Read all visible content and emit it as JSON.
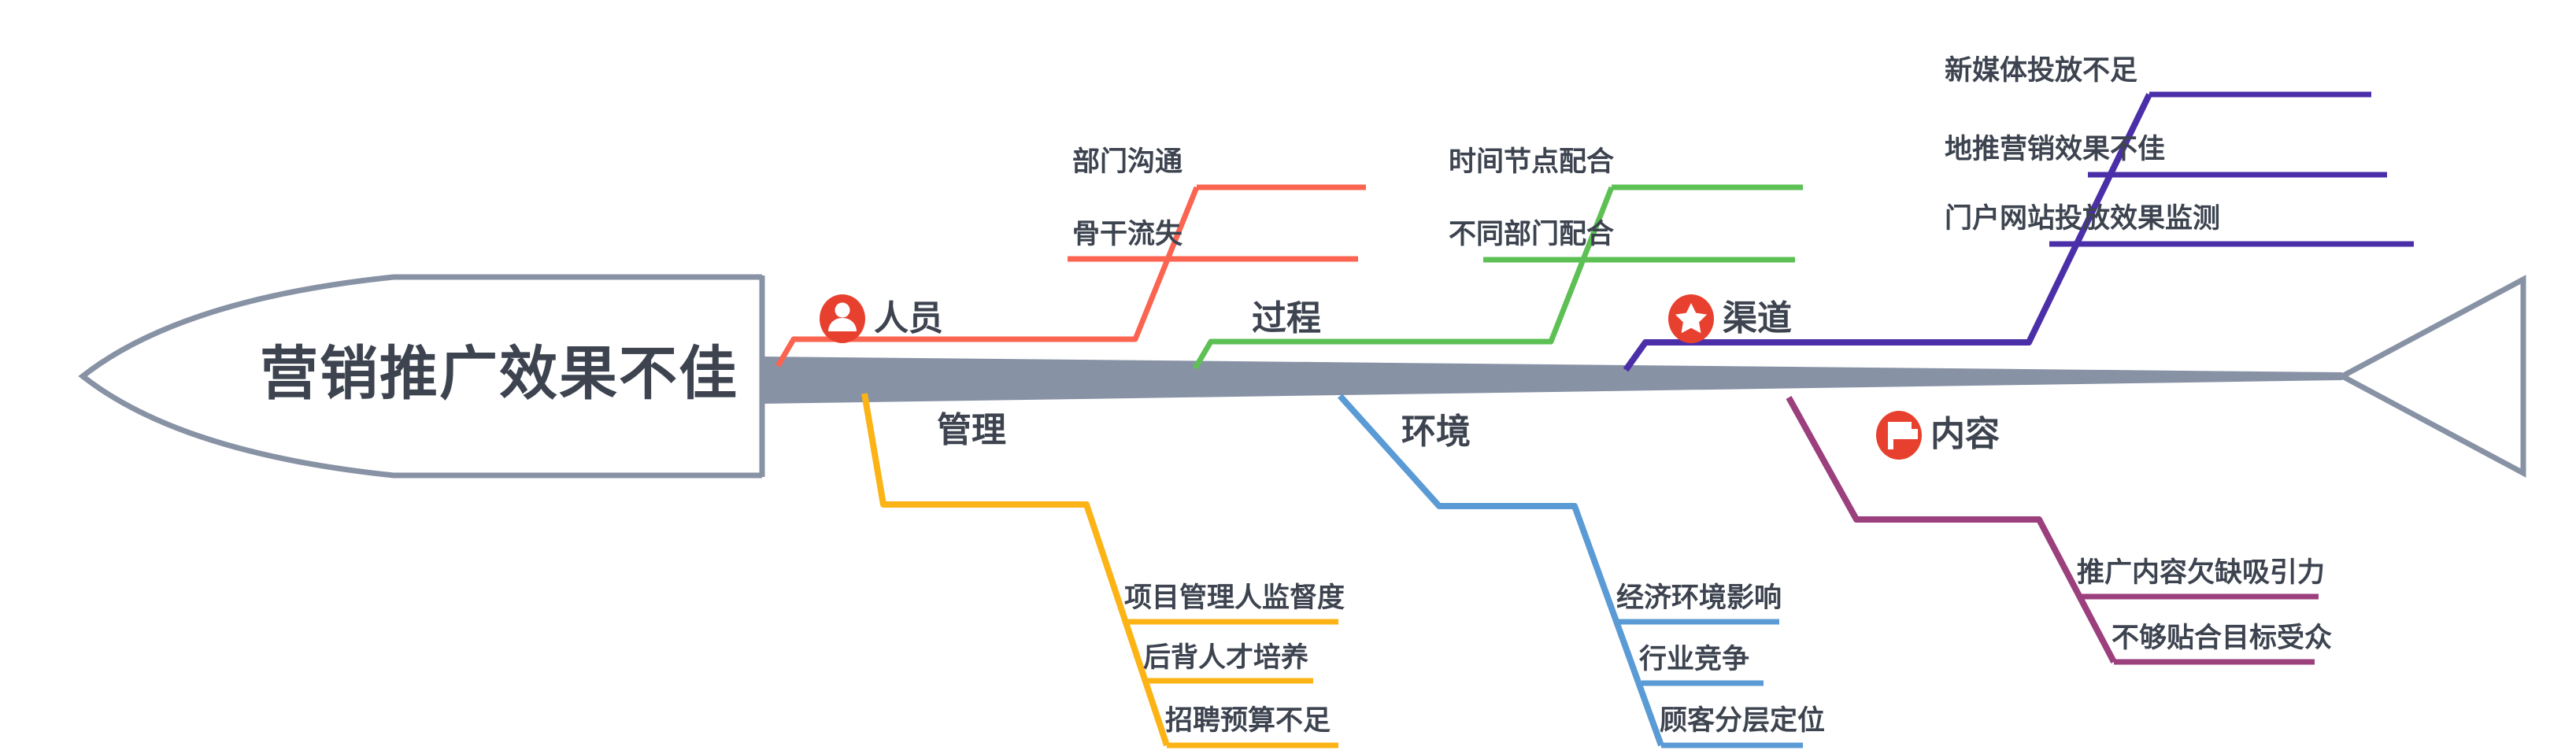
{
  "diagram": {
    "type": "fishbone",
    "title": "营销推广效果不佳",
    "spine_color": "#8892A5",
    "text_color": "#3D4450",
    "icon_circle_color": "#E8402F",
    "categories": [
      {
        "id": "personnel",
        "label": "人员",
        "color": "#FA6450",
        "side": "top",
        "icon": "person-icon",
        "items": [
          "部门沟通",
          "骨干流失"
        ]
      },
      {
        "id": "process",
        "label": "过程",
        "color": "#5DC055",
        "side": "top",
        "icon": null,
        "items": [
          "时间节点配合",
          "不同部门配合"
        ]
      },
      {
        "id": "channel",
        "label": "渠道",
        "color": "#4B2FA8",
        "side": "top",
        "icon": "star-icon",
        "items": [
          "新媒体投放不足",
          "地推营销效果不佳",
          "门户网站投放效果监测"
        ]
      },
      {
        "id": "management",
        "label": "管理",
        "color": "#FBB316",
        "side": "bottom",
        "icon": null,
        "items": [
          "项目管理人监督度",
          "后背人才培养",
          "招聘预算不足"
        ]
      },
      {
        "id": "environment",
        "label": "环境",
        "color": "#5B9BD5",
        "side": "bottom",
        "icon": null,
        "items": [
          "经济环境影响",
          "行业竞争",
          "顾客分层定位"
        ]
      },
      {
        "id": "content",
        "label": "内容",
        "color": "#9B3F7D",
        "side": "bottom",
        "icon": "flag-icon",
        "items": [
          "推广内容欠缺吸引力",
          "不够贴合目标受众"
        ]
      }
    ]
  }
}
